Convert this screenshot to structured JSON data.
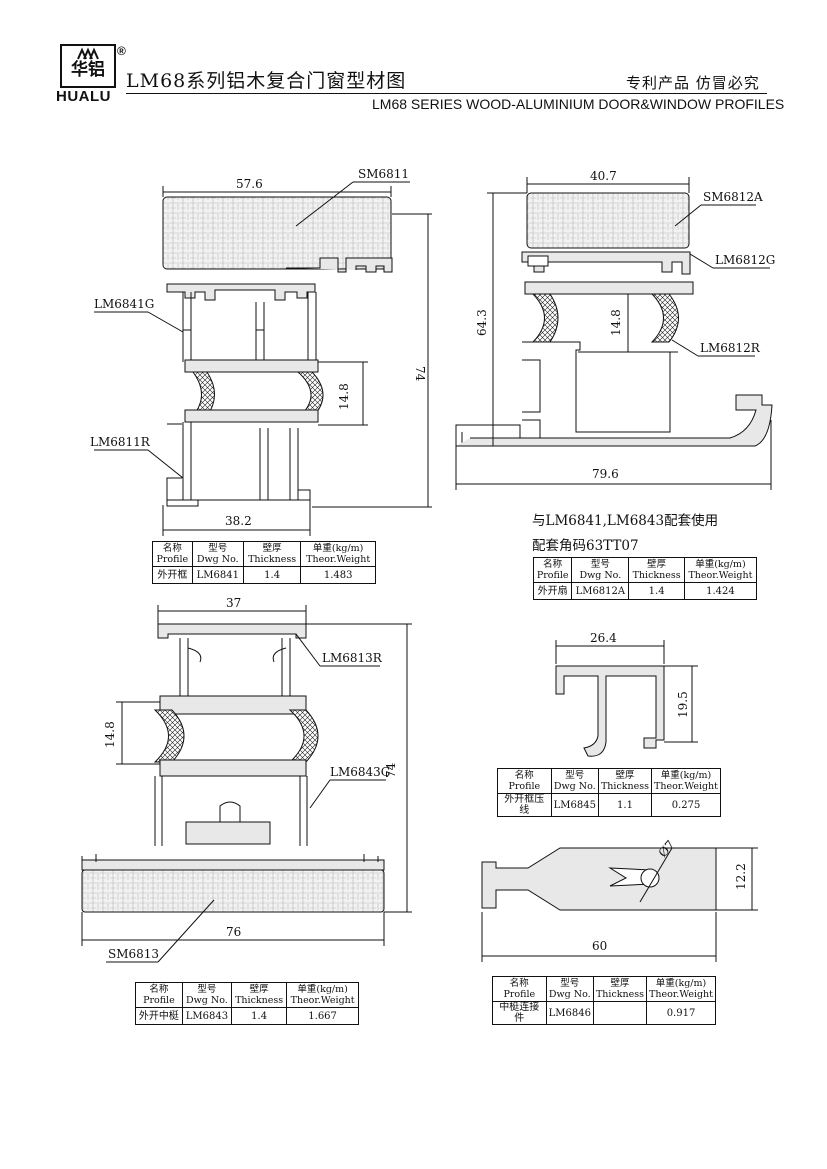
{
  "header": {
    "logo_cn": "华铝",
    "logo_en": "HUALU",
    "registered": "®",
    "title": "LM68系列铝木复合门窗型材图",
    "patent": "专利产品 仿冒必究",
    "subtitle": "LM68 SERIES WOOD-ALUMINIUM DOOR&WINDOW PROFILES"
  },
  "table_headers": {
    "name_cn": "名称",
    "name_en": "Profile",
    "dwg_cn": "型号",
    "dwg_en": "Dwg No.",
    "thick_cn": "壁厚",
    "thick_en": "Thickness",
    "weight_cn": "单重(kg/m)",
    "weight_en": "Theor.Weight"
  },
  "profiles": [
    {
      "name": "外开框",
      "dwg": "LM6841",
      "thickness": "1.4",
      "weight": "1.483"
    },
    {
      "name": "外开扇",
      "dwg": "LM6812A",
      "thickness": "1.4",
      "weight": "1.424"
    },
    {
      "name": "外开框压线",
      "dwg": "LM6845",
      "thickness": "1.1",
      "weight": "0.275"
    },
    {
      "name": "外开中梃",
      "dwg": "LM6843",
      "thickness": "1.4",
      "weight": "1.667"
    },
    {
      "name": "中梃连接件",
      "dwg": "LM6846",
      "thickness": "",
      "weight": "0.917"
    }
  ],
  "notes": {
    "use_with": "与LM6841,LM6843配套使用",
    "corner_code": "配套角码63TT07"
  },
  "drawing1": {
    "labels": {
      "wood": "SM6811",
      "top": "LM6841G",
      "bottom": "LM6811R"
    },
    "dims": {
      "width_top": "57.6",
      "height": "74",
      "gasket": "14.8",
      "width_bottom": "38.2"
    }
  },
  "drawing2": {
    "labels": {
      "wood": "SM6812A",
      "g": "LM6812G",
      "r": "LM6812R"
    },
    "dims": {
      "width_top": "40.7",
      "height": "64.3",
      "gasket": "14.8",
      "width_bottom": "79.6"
    }
  },
  "drawing3": {
    "labels": {
      "r": "LM6813R",
      "g": "LM6843G",
      "wood": "SM6813"
    },
    "dims": {
      "width_top": "37",
      "height": "74",
      "gasket": "14.8",
      "width_bottom": "76"
    }
  },
  "drawing4": {
    "dims": {
      "width": "26.4",
      "height": "19.5"
    }
  },
  "drawing5": {
    "dims": {
      "diameter": "Ø7",
      "height": "12.2",
      "width": "60"
    }
  }
}
